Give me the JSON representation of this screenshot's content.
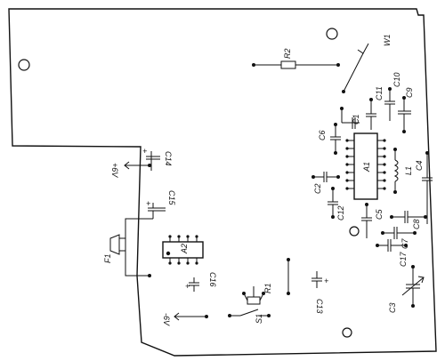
{
  "board": {
    "outline_color": "#111111",
    "background": "#ffffff"
  },
  "labels": {
    "w1": "W1",
    "r2": "R2",
    "c1": "C1",
    "c2": "C2",
    "c3": "C3",
    "c4": "C4",
    "c5": "C5",
    "c6": "C6",
    "c7": "C7",
    "c8": "C8",
    "c9": "C9",
    "c10": "C10",
    "c11": "C11",
    "c12": "C12",
    "c13": "C13",
    "c14": "C14",
    "c15": "C15",
    "c16": "C16",
    "c17": "C17",
    "a1": "A1",
    "a2": "A2",
    "l1": "L1",
    "r1": "R1",
    "s1": "S1",
    "f1": "F1",
    "plus6v": "+6V",
    "minus6v": "-6V"
  },
  "icons": {
    "hole": "mounting-hole-icon",
    "capacitor": "capacitor-icon",
    "ic": "ic-chip-icon",
    "speaker": "speaker-icon",
    "inductor": "inductor-icon"
  }
}
